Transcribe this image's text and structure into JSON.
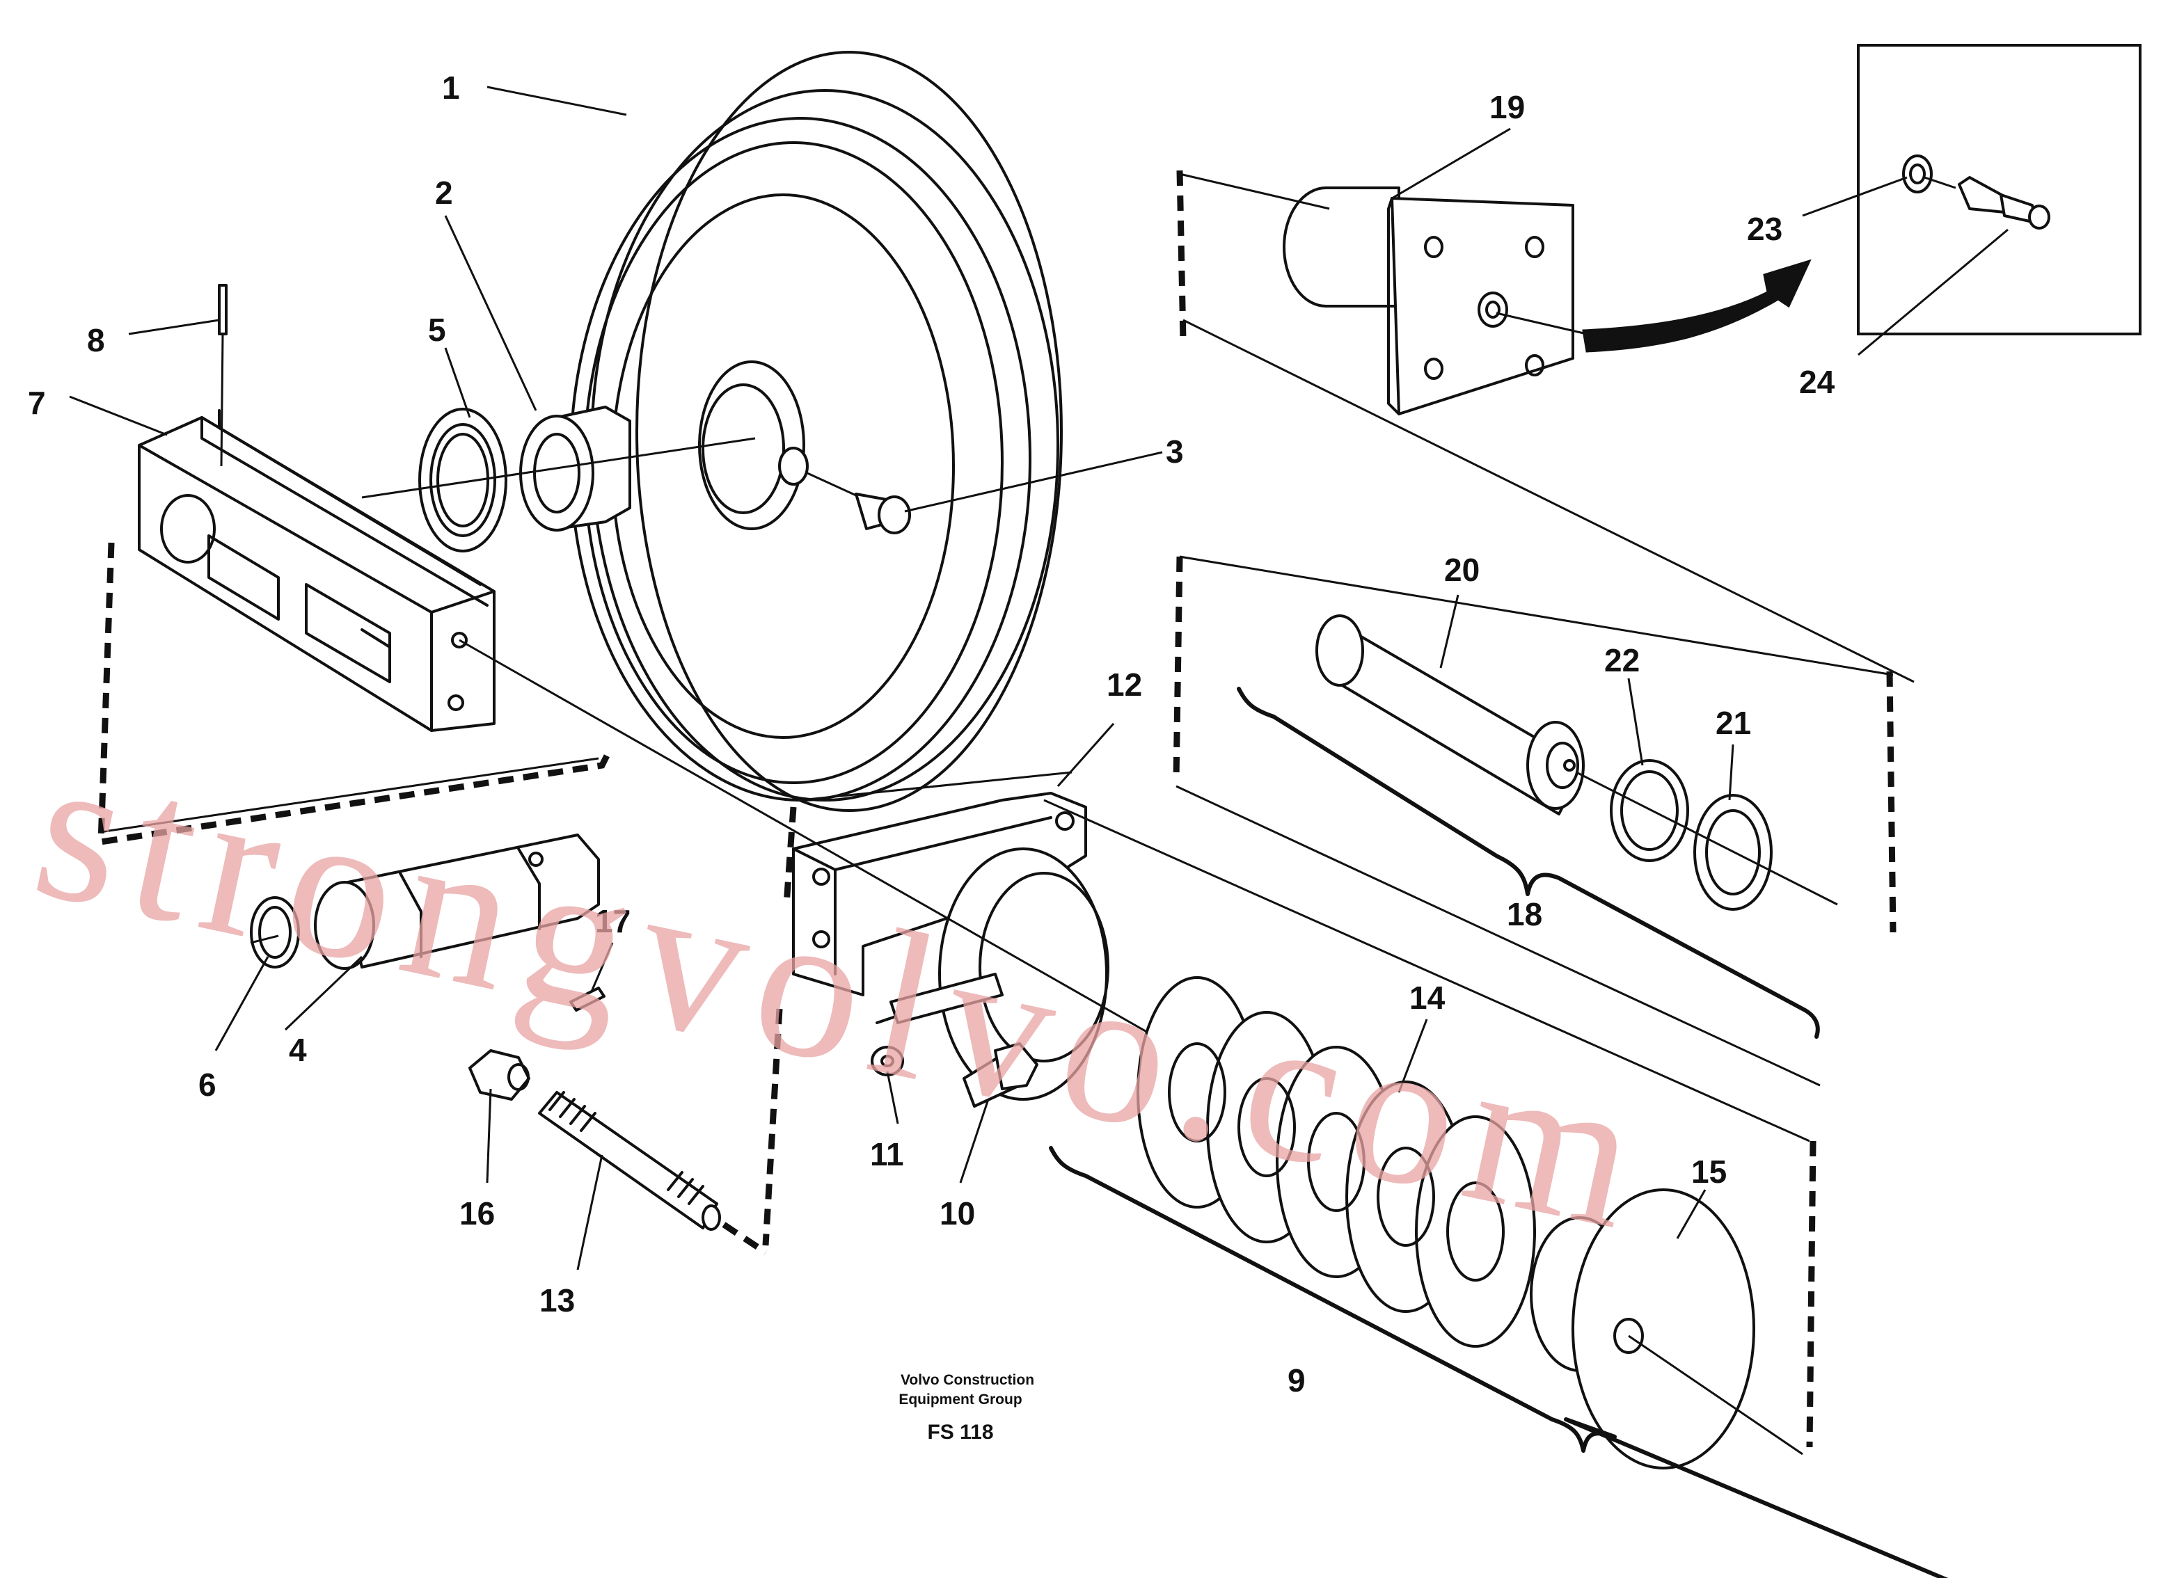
{
  "labels": [
    "1",
    "2",
    "3",
    "4",
    "5",
    "6",
    "7",
    "8",
    "9",
    "10",
    "11",
    "12",
    "13",
    "14",
    "15",
    "16",
    "17",
    "18",
    "19",
    "20",
    "21",
    "22",
    "23",
    "24"
  ],
  "caption": {
    "line1": "Volvo Construction",
    "line2": "Equipment Group",
    "code": "FS 118"
  },
  "watermark": "strongvolvo.com",
  "colors": {
    "ink": "#111111",
    "watermark": "#e8a3a3",
    "background": "#ffffff"
  }
}
